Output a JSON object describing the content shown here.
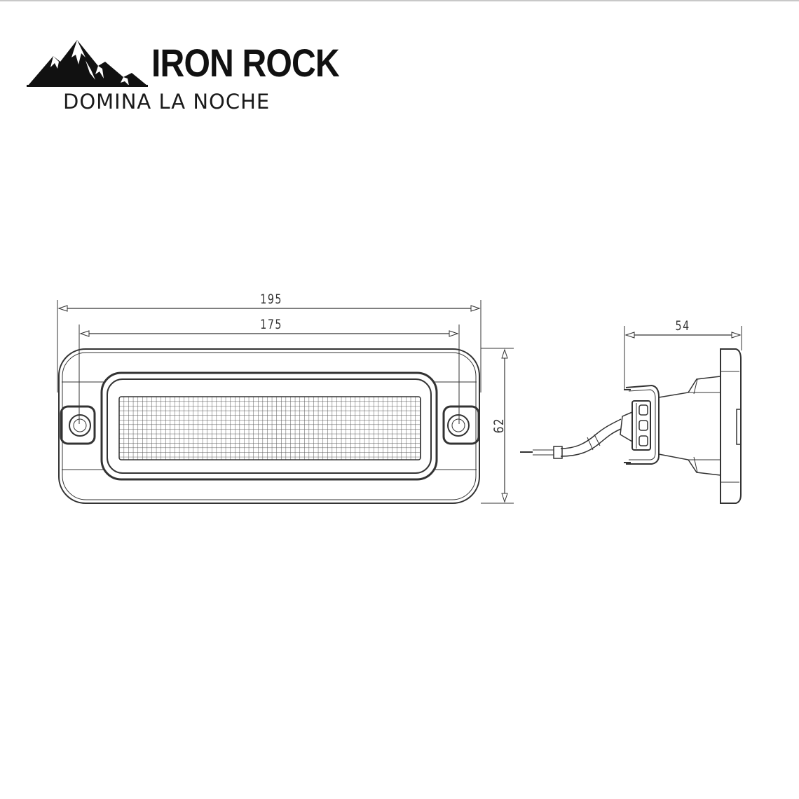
{
  "brand": {
    "name": "IRON ROCK",
    "tagline": "DOMINA LA NOCHE",
    "logo_icon": "mountain-icon"
  },
  "drawing": {
    "front_view": {
      "dimensions": {
        "overall_width": "195",
        "mounting_hole_spacing": "175",
        "height": "62"
      }
    },
    "side_view": {
      "dimensions": {
        "depth": "54"
      }
    },
    "units": "mm",
    "line_color": "#333333",
    "background": "#ffffff"
  }
}
